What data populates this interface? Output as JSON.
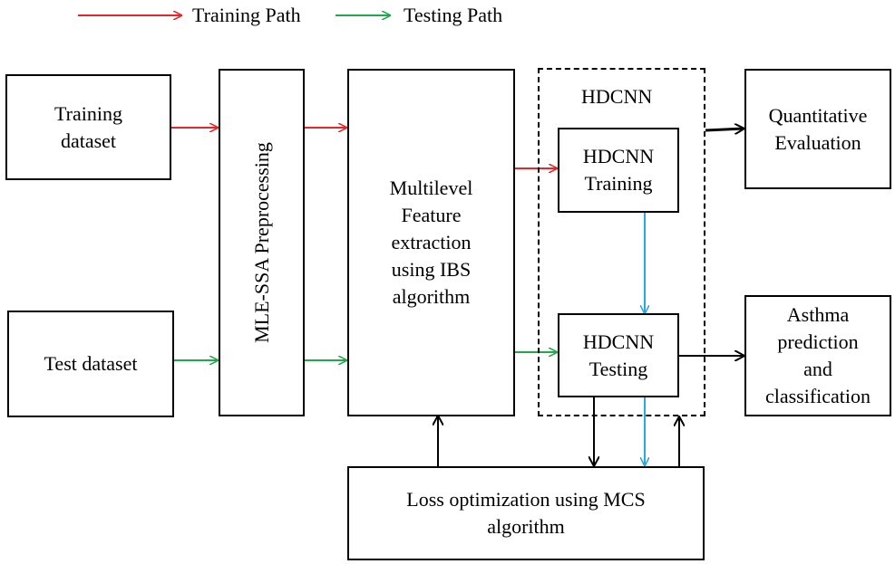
{
  "legend": {
    "training_path": "Training Path",
    "testing_path": "Testing Path"
  },
  "boxes": {
    "training_dataset": "Training\ndataset",
    "test_dataset": "Test dataset",
    "preprocessing": "MLE-SSA Preprocessing",
    "feature_extraction": "Multilevel\nFeature\nextraction\nusing IBS\nalgorithm",
    "hdcnn_group": "HDCNN",
    "hdcnn_training": "HDCNN\nTraining",
    "hdcnn_testing": "HDCNN\nTesting",
    "quantitative_evaluation": "Quantitative\nEvaluation",
    "asthma_prediction": "Asthma\nprediction\nand\nclassification",
    "loss_optimization": "Loss optimization using MCS\nalgorithm"
  },
  "colors": {
    "training_arrow": "#e8262a",
    "testing_arrow": "#22a84a",
    "flow_arrow": "#29a9e1",
    "black_arrow": "#000000"
  }
}
